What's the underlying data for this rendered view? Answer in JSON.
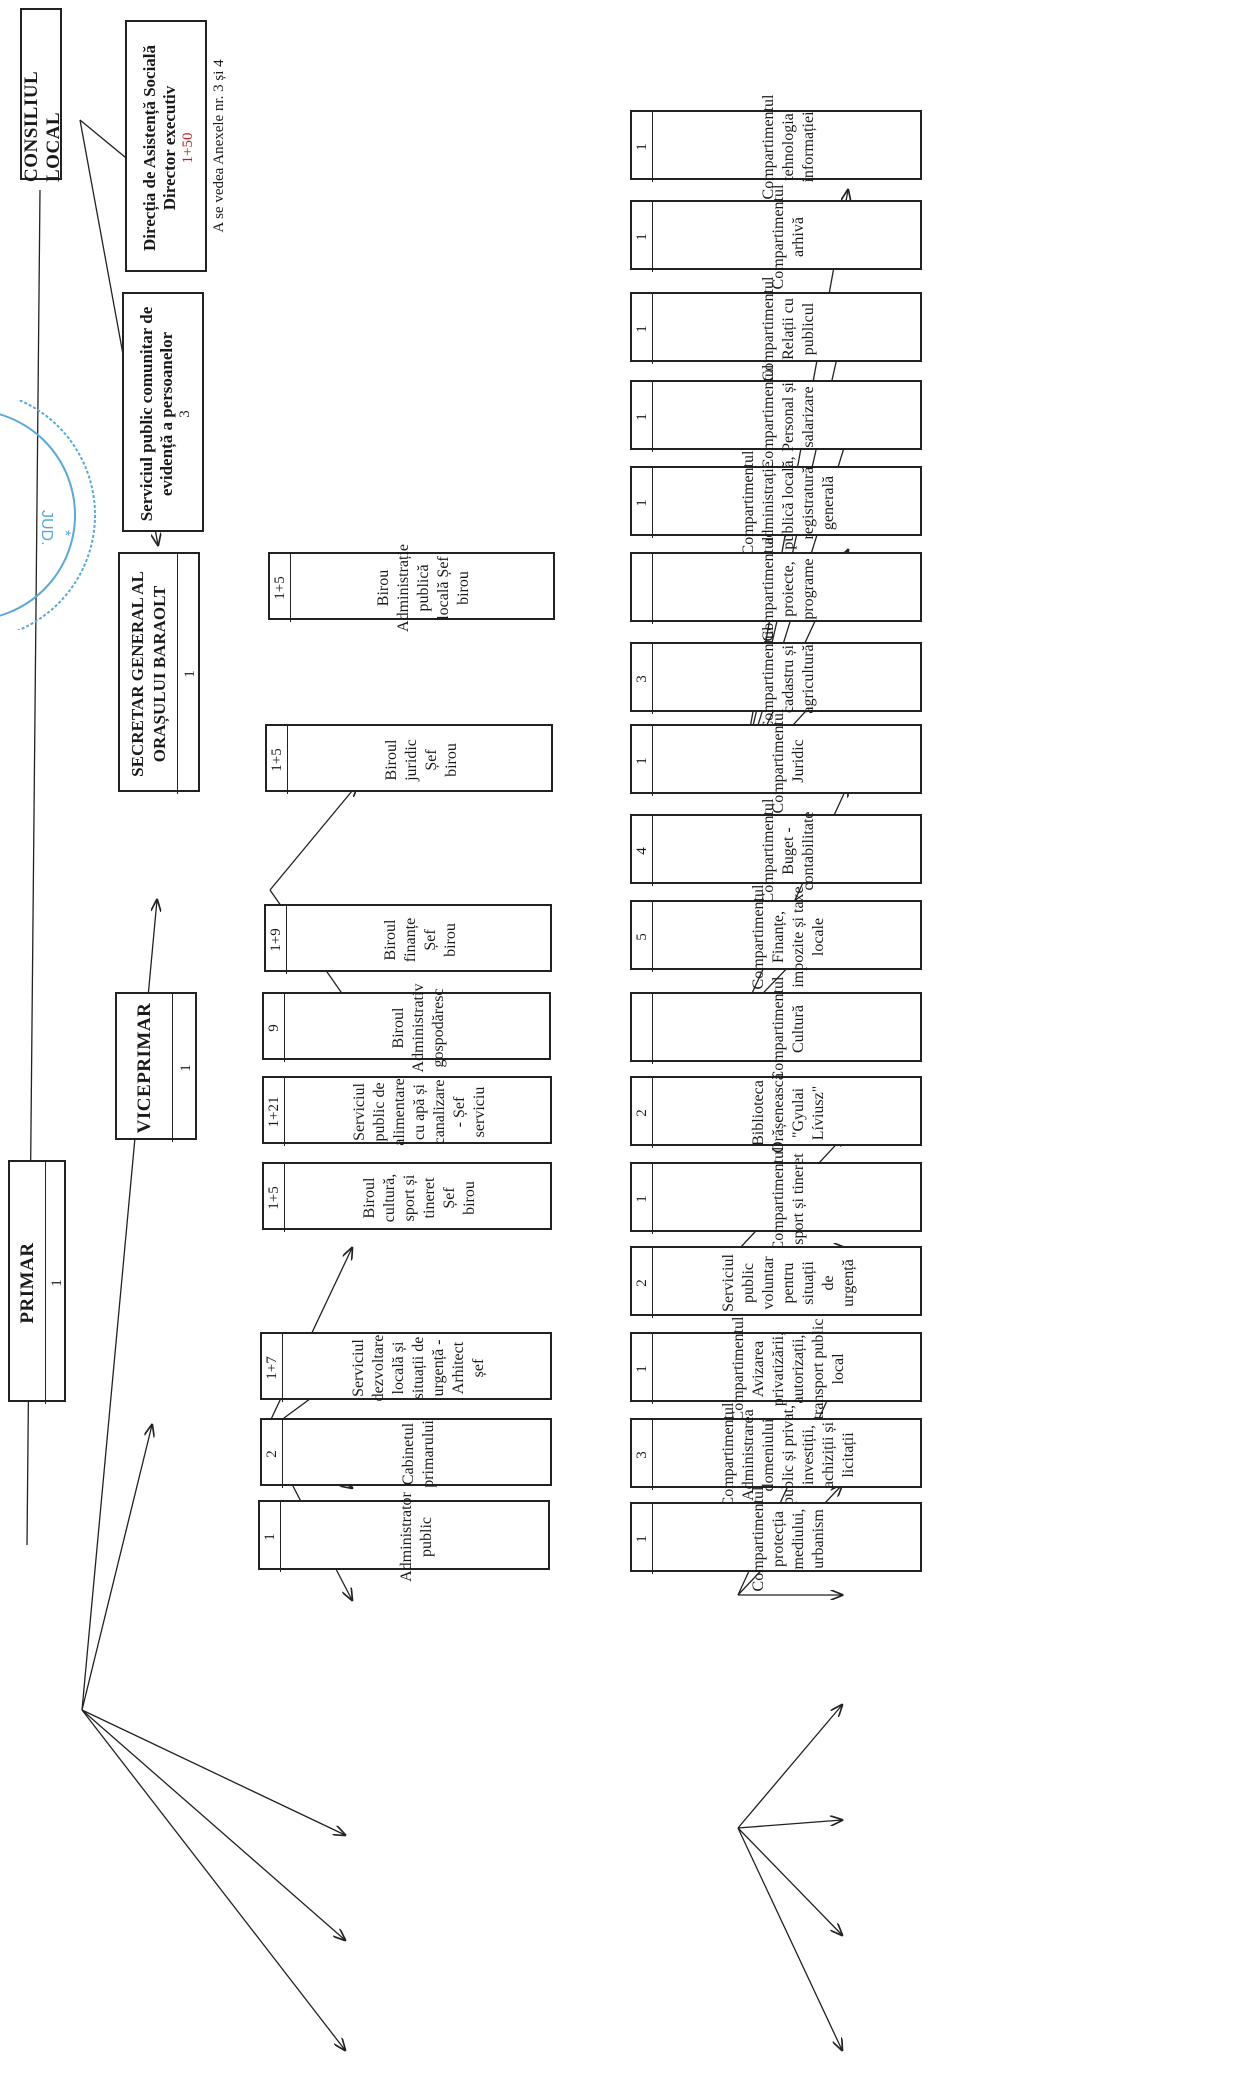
{
  "consiliul_local": "CONSILIUL LOCAL",
  "primar": {
    "title": "PRIMAR",
    "num": "1"
  },
  "viceprimar": {
    "title": "VICEPRIMAR",
    "num": "1"
  },
  "secretar": {
    "title": "SECRETAR GENERAL AL ORAȘULUI BARAOLT",
    "num": "1"
  },
  "directia": {
    "title_line1": "Direcția de Asistență Socială",
    "title_line2": "Director executiv",
    "num": "1+50",
    "note": "A se vedea Anexele nr. 3 și 4"
  },
  "serviciul_evidenta": {
    "title": "Serviciul public comunitar de evidență a persoanelor",
    "num": "3"
  },
  "primar_units": [
    {
      "label": "Administrator public",
      "num": "1"
    },
    {
      "label": "Cabinetul primarului",
      "num": "2"
    },
    {
      "label": "Serviciul dezvoltare locală și situații de urgență - Arhitect șef",
      "num": "1+7"
    }
  ],
  "vice_units": [
    {
      "label": "Biroul cultură, sport și tineret Șef birou",
      "num": "1+5"
    },
    {
      "label": "Serviciul public de alimentare cu apă și canalizare - Șef serviciu",
      "num": "1+21"
    },
    {
      "label": "Biroul Administrativ gospodăresc",
      "num": "9"
    },
    {
      "label": "Biroul finanțe Șef birou",
      "num": "1+9"
    }
  ],
  "secretar_units": [
    {
      "label": "Biroul juridic Șef birou",
      "num": "1+5"
    },
    {
      "label": "Birou Administrație publică locală Șef birou",
      "num": "1+5"
    }
  ],
  "compartimente": [
    {
      "label": "Compartimentul protecția mediului, urbanism",
      "num": "1"
    },
    {
      "label": "Compartimentul Administrarea domeniului public și privat, investiții, achiziții și licitații",
      "num": "3"
    },
    {
      "label": "Compartimentul Avizarea privatizării, autorizații, transport public local",
      "num": "1"
    },
    {
      "label": "Serviciul public voluntar pentru situații de urgență",
      "num": "2"
    },
    {
      "label": "Compartimentul sport și tineret",
      "num": "1"
    },
    {
      "label": "Biblioteca Orășenească \"Gyulai Líviusz\"",
      "num": "2"
    },
    {
      "label": "Compartimentul Cultură",
      "num": ""
    },
    {
      "label": "Compartimentul Finanțe, impozite și taxe locale",
      "num": "5"
    },
    {
      "label": "Compartimentul Buget - contabilitate",
      "num": "4"
    },
    {
      "label": "Compartimentul Juridic",
      "num": "1"
    },
    {
      "label": "Compartimentul cadastru și agricultură",
      "num": "3"
    },
    {
      "label": "Compartimentul proiecte, programe",
      "num": ""
    },
    {
      "label": "Compartimentul administrație publică locală, registratură generală",
      "num": "1"
    },
    {
      "label": "Compartimentul Personal și salarizare",
      "num": "1"
    },
    {
      "label": "Compartimentul Relații cu publicul",
      "num": "1"
    },
    {
      "label": "Compartimentul arhivă",
      "num": "1"
    },
    {
      "label": "Compartimentul tehnologia informației",
      "num": "1"
    }
  ],
  "stamp": {
    "text": "JUD. COVASNA · R"
  },
  "colors": {
    "line": "#222222",
    "stamp": "#5aa9d6",
    "red": "#b22222"
  }
}
